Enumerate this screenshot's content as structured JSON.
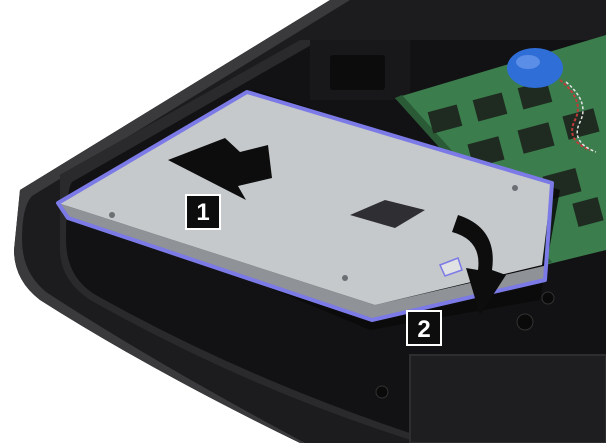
{
  "steps": [
    {
      "number": "1",
      "action": "slide-arrow"
    },
    {
      "number": "2",
      "action": "lift-arrow"
    }
  ],
  "colors": {
    "laptop_body": "#1b1b1c",
    "laptop_edge": "#2f2f31",
    "compartment": "#121213",
    "drive_metal": "#c6c9cc",
    "drive_outline": "#7b7ae6",
    "memory_board": "#3b7d4c",
    "memory_chip": "#1f2b20",
    "blue_part": "#2f6ed6",
    "callout_bg": "#0d0d0d"
  }
}
